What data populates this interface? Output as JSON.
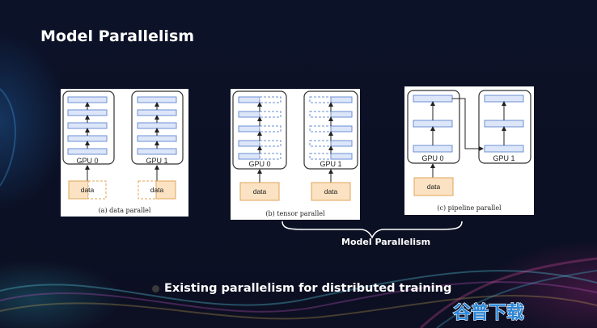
{
  "slide": {
    "title": "Model Parallelism",
    "bullet": "Existing parallelism for distributed training",
    "brace_label": "Model Parallelism"
  },
  "panels": {
    "data_parallel": {
      "caption": "(a) data parallel",
      "gpu0": "GPU 0",
      "gpu1": "GPU 1",
      "data_label": "data"
    },
    "tensor_parallel": {
      "caption": "(b) tensor parallel",
      "gpu0": "GPU 0",
      "gpu1": "GPU 1",
      "data_label": "data"
    },
    "pipeline_parallel": {
      "caption": "(c) pipeline parallel",
      "gpu0": "GPU 0",
      "gpu1": "GPU 1",
      "data_label": "data"
    }
  },
  "watermark": {
    "text": "谷普下载"
  },
  "colors": {
    "layer_fill": "#dce6f8",
    "layer_stroke": "#6b8fd6",
    "data_fill": "#fbe2c2",
    "data_stroke": "#e0a45a",
    "watermark_accent": "#f0a020"
  }
}
